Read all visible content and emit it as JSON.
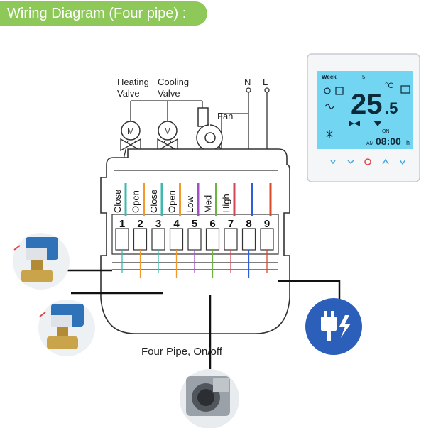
{
  "title": "Wiring Diagram (Four pipe) :",
  "valves": {
    "heating_line1": "Heating",
    "heating_line2": "Valve",
    "cooling_line1": "Cooling",
    "cooling_line2": "Valve",
    "valve_symbol": "M"
  },
  "power_labels": {
    "n": "N",
    "l": "L"
  },
  "fan_label": "Fan",
  "terminals": [
    {
      "number": "1",
      "label": "Close",
      "color": "#3fb8b0"
    },
    {
      "number": "2",
      "label": "Open",
      "color": "#f39a2b"
    },
    {
      "number": "3",
      "label": "Close",
      "color": "#3fb8b0"
    },
    {
      "number": "4",
      "label": "Open",
      "color": "#f39a2b"
    },
    {
      "number": "5",
      "label": "Low",
      "color": "#a14fc4"
    },
    {
      "number": "6",
      "label": "Med",
      "color": "#6db33f"
    },
    {
      "number": "7",
      "label": "High",
      "color": "#d04a5a"
    },
    {
      "number": "8",
      "label": "",
      "color": "#2f5fd6"
    },
    {
      "number": "9",
      "label": "",
      "color": "#d94a2a"
    }
  ],
  "caption": "Four Pipe, On/off",
  "thermostat": {
    "week_label": "Week",
    "day_digit": "5",
    "temperature_main": "25",
    "temperature_decimal": ".5",
    "unit": "°C",
    "on_label": "ON",
    "am_label": "AM",
    "time": "08:00",
    "time_unit": "h",
    "screen_color": "#72d6f2",
    "button_color": "#4aa6e0",
    "power_button_color": "#e0454a"
  },
  "colors": {
    "title_bg": "#8dc859",
    "power_badge": "#2b5fb9",
    "valve_actuator": "#2f72b8",
    "brass": "#c9a44a"
  }
}
